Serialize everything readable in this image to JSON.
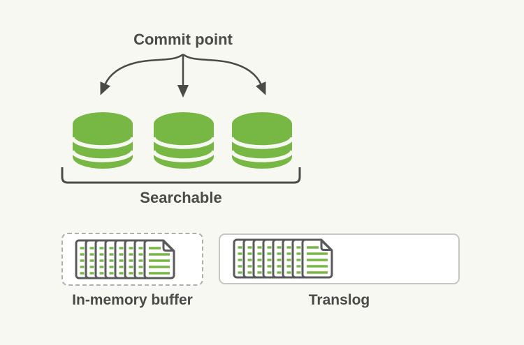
{
  "diagram": {
    "commit_point": {
      "label": "Commit point"
    },
    "segments": {
      "label": "Searchable",
      "count": 3,
      "icon": "database-cylinder-icon"
    },
    "in_memory_buffer": {
      "label": "In-memory buffer",
      "document_count": 8,
      "icon": "document-stack-icon",
      "border_style": "dashed"
    },
    "translog": {
      "label": "Translog",
      "document_count": 8,
      "icon": "document-stack-icon",
      "border_style": "solid"
    }
  },
  "colors": {
    "background": "#F7F8F2",
    "segment_green": "#76B843",
    "line_and_text_dark": "#4A4B48",
    "document_outline_gray": "#595A5C",
    "translog_border": "#C6C7C1",
    "buffer_dashed_border": "#AFB0AA",
    "box_fill": "#FFFFFF"
  }
}
